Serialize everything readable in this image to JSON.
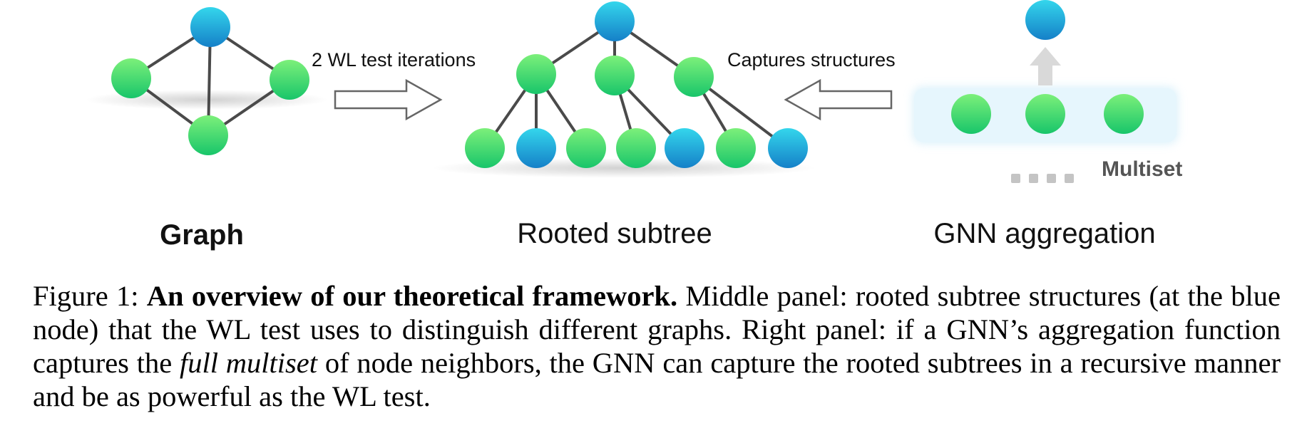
{
  "figure": {
    "arrow_label_1": "2 WL test iterations",
    "arrow_label_2": "Captures structures",
    "multiset_label": "Multiset",
    "panel_titles": {
      "graph": "Graph",
      "subtree": "Rooted subtree",
      "gnn": "GNN aggregation"
    },
    "colors": {
      "green_node": "#3ddc6a",
      "blue_node": "#1ea0d8",
      "edge": "#4a4a4a",
      "multiset_box": "#e6f6fd",
      "up_arrow": "#d9d9d9"
    }
  },
  "caption": {
    "label": "Figure 1:",
    "bold": "An overview of our theoretical framework.",
    "part1": "Middle panel: rooted subtree structures (at the blue node) that the WL test uses to distinguish different graphs. Right panel: if a GNN’s aggregation function captures the",
    "italic": "full multiset",
    "part2": "of node neighbors, the GNN can capture the rooted subtrees in a recursive manner and be as powerful as the WL test."
  }
}
